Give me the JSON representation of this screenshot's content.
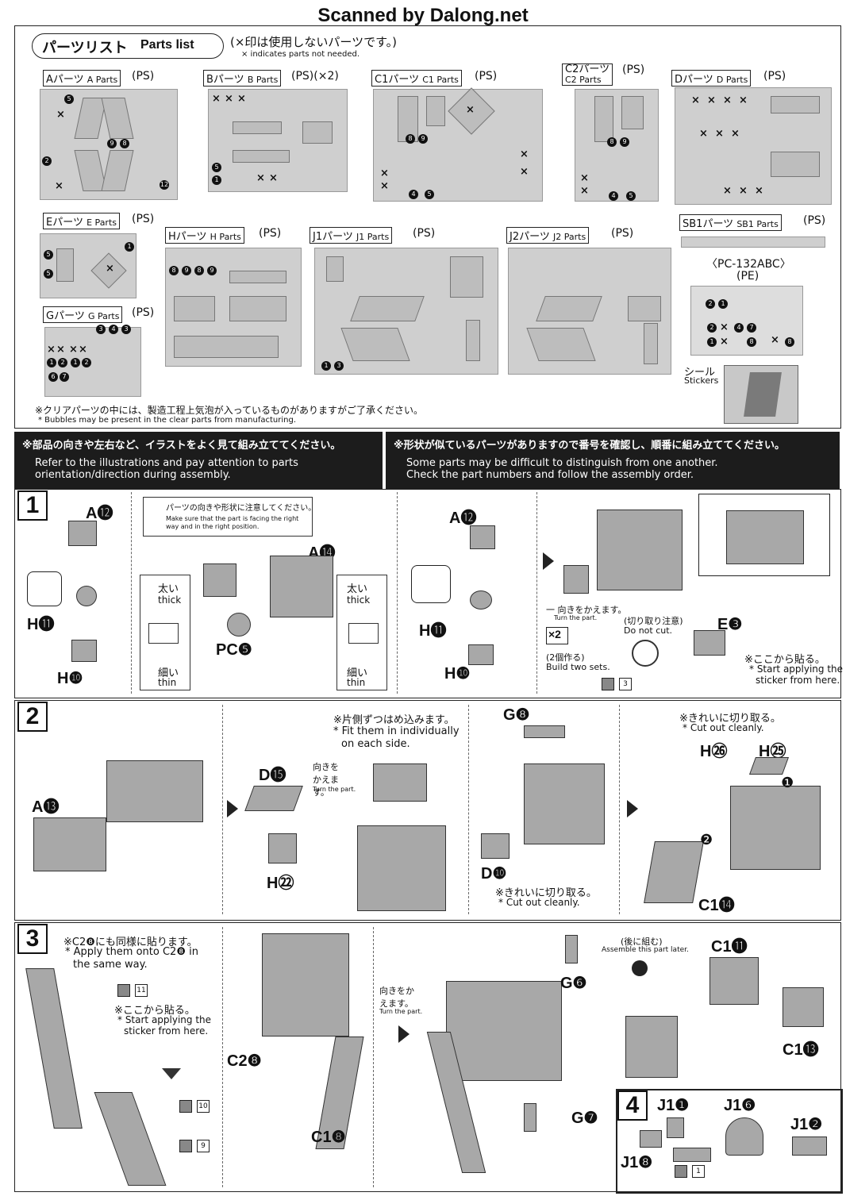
{
  "header": {
    "scanned": "Scanned by Dalong.net"
  },
  "parts_list": {
    "title_jp": "パーツリスト",
    "title_en": "Parts list",
    "note_jp": "(×印は使用しないパーツです。)",
    "note_en": "× indicates parts not needed.",
    "runners": [
      {
        "name_jp": "Aパーツ",
        "name_en": "A Parts",
        "suffix": "(PS)"
      },
      {
        "name_jp": "Bパーツ",
        "name_en": "B Parts",
        "suffix": "(PS)(×2)"
      },
      {
        "name_jp": "C1パーツ",
        "name_en": "C1 Parts",
        "suffix": "(PS)"
      },
      {
        "name_jp": "C2パーツ",
        "name_en": "C2 Parts",
        "suffix": "(PS)"
      },
      {
        "name_jp": "Dパーツ",
        "name_en": "D Parts",
        "suffix": "(PS)"
      },
      {
        "name_jp": "Eパーツ",
        "name_en": "E Parts",
        "suffix": "(PS)"
      },
      {
        "name_jp": "Hパーツ",
        "name_en": "H Parts",
        "suffix": "(PS)"
      },
      {
        "name_jp": "J1パーツ",
        "name_en": "J1 Parts",
        "suffix": "(PS)"
      },
      {
        "name_jp": "J2パーツ",
        "name_en": "J2 Parts",
        "suffix": "(PS)"
      },
      {
        "name_jp": "SB1パーツ",
        "name_en": "SB1 Parts",
        "suffix": "(PS)"
      },
      {
        "name_jp": "Gパーツ",
        "name_en": "G Parts",
        "suffix": "(PS)"
      }
    ],
    "pc_code": "〈PC-132ABC〉",
    "pc_material": "(PE)",
    "sticker_jp": "シール",
    "sticker_en": "Stickers",
    "bubble_jp": "※クリアパーツの中には、製造工程上気泡が入っているものがありますがご了承ください。",
    "bubble_en": "* Bubbles may be present in the clear parts from manufacturing."
  },
  "banners": {
    "left_jp": "※部品の向きや左右など、イラストをよく見て組み立ててください。",
    "left_en1": "Refer to the illustrations and pay attention to parts",
    "left_en2": "orientation/direction during assembly.",
    "right_jp": "※形状が似ているパーツがありますので番号を確認し、順番に組み立ててください。",
    "right_en1": "Some parts may be difficult to distinguish from one another.",
    "right_en2": "Check the part numbers and follow the assembly order."
  },
  "step1": {
    "num": "1",
    "labels": [
      "A⓬",
      "H⓫",
      "H❿",
      "A⓮",
      "PC❺",
      "A⓬",
      "H⓫",
      "H❿",
      "E❸"
    ],
    "notice_jp": "パーツの向きや形状に注意してください。",
    "notice_en": "Make sure that the part is facing the right way and in the right position.",
    "thick_jp": "太い",
    "thick_en": "thick",
    "thin_jp": "細い",
    "thin_en": "thin",
    "turn_jp": "一 向きをかえます。",
    "turn_en": "Turn the part.",
    "cut_jp": "(切り取り注意)",
    "cut_en": "Do not cut.",
    "x2": "×2",
    "x2_jp": "(2個作る)",
    "x2_en": "Build two sets.",
    "start_jp": "※ここから貼る。",
    "start_en1": "* Start applying the",
    "start_en2": "sticker from here.",
    "sticker_no": "3"
  },
  "step2": {
    "num": "2",
    "labels": [
      "A⓭",
      "D⓯",
      "H㉒",
      "G❽",
      "D❿",
      "H㉖",
      "H㉕",
      "C1⓮"
    ],
    "turn_jp": "向きをかえます。",
    "turn_en": "Turn the part.",
    "fit_jp": "※片側ずつはめ込みます。",
    "fit_en1": "* Fit them in individually",
    "fit_en2": "on each side.",
    "cut_jp": "※きれいに切り取る。",
    "cut_en": "* Cut out cleanly.",
    "circ1": "❶",
    "circ2": "❷"
  },
  "step3": {
    "num": "3",
    "labels": [
      "C2❽",
      "C1❽",
      "G❻",
      "G❼",
      "C1⓫",
      "C1⓭"
    ],
    "apply_jp": "※C2❽にも同様に貼ります。",
    "apply_en1": "* Apply them onto C2❽ in",
    "apply_en2": "the same way.",
    "start_jp": "※ここから貼る。",
    "start_en1": "* Start applying the",
    "start_en2": "sticker from here.",
    "turn_jp": "向きをかえます。",
    "turn_en": "Turn the part.",
    "later_jp": "(後に組む)",
    "later_en": "Assemble this part later.",
    "stickers": [
      "11",
      "10",
      "9"
    ]
  },
  "step4": {
    "num": "4",
    "labels": [
      "J1❶",
      "J1❻",
      "J1❷",
      "J1❽"
    ],
    "sticker_no": "1"
  }
}
